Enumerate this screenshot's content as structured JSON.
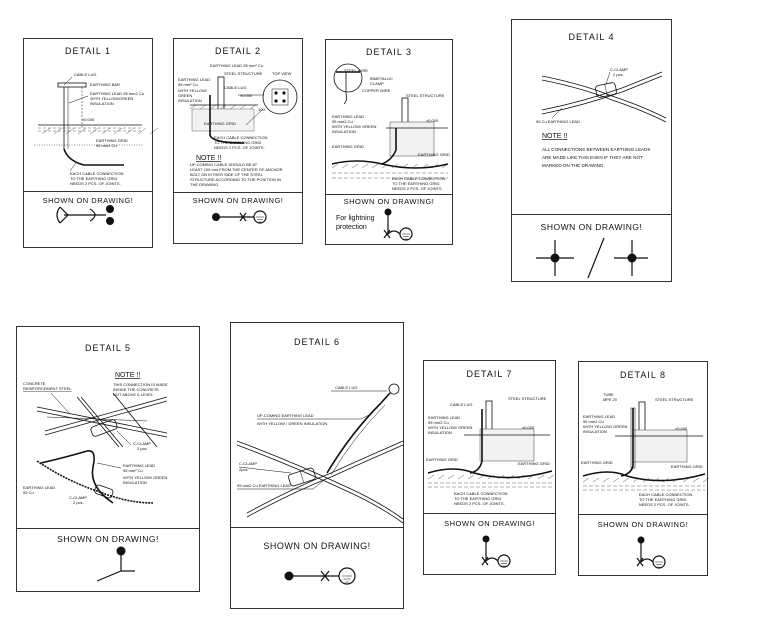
{
  "details": [
    {
      "title": "DETAIL  1",
      "shown": "SHOWN ON DRAWING!",
      "labels": {
        "cable_lug": "CABLE LUG",
        "earthing_bar": "EARTHING BAR",
        "lead1": "EARTHING LEAD 95 mm2 Cu",
        "lead2": "WITH YELLOW/GREEN",
        "lead3": "INSULATION",
        "level": "±0.000",
        "grid1": "EARTHING GRID",
        "grid2": "95 mm2 Cu",
        "conn1": "EACH CABLE CONNECTION",
        "conn2": "TO THE EARTHING GRID",
        "conn3": "NEEDS 2 PCS. OF JOINTS."
      }
    },
    {
      "title": "DETAIL  2",
      "shown": "SHOWN ON DRAWING!",
      "labels": {
        "top_lead": "EARTHING LEAD 95 mm² Cu",
        "steel": "STEEL STRUCTURE",
        "top_view": "TOP VIEW",
        "lead1": "EARTHING LEAD",
        "lead2": "95 mm² Cu",
        "lead3": "WITH YELLOW/",
        "lead4": "GREEN",
        "lead5": "INSULATION",
        "cable_lug": "CABLE LUG",
        "level": "±0.000",
        "dim": "100",
        "grid": "EARTHING GRID",
        "conn1": "EACH CABLE CONNECTION",
        "conn2": "TO THE EARTHING GRID",
        "conn3": "NEEDS 2 PCS. OF JOINTS.",
        "note": "NOTE !!",
        "n1": "UP COMING CABLE SHOULD BE AT",
        "n2": "LEAST 100 mm FROM THE CENTER OF ANCHOR",
        "n3": "BOLT ON EITHER SIDE OF THE STEEL",
        "n4": "STRUCTURE ACCORDING TO THE POSITION IN",
        "n5": "THE DRAWING"
      }
    },
    {
      "title": "DETAIL  3",
      "shown": "SHOWN ON DRAWING!",
      "labels": {
        "steel_wire": "STEEL WIRE",
        "bimetal1": "BIMETALLIC",
        "bimetal2": "CLAMP",
        "copper": "COPPER WIRE",
        "steel": "STEEL STRUCTURE",
        "lead1": "EARTHING LEAD",
        "lead2": "95 mm2 Cu",
        "lead3": "WITH YELLOW/ GREEN",
        "lead4": "INSULATION",
        "level": "±0.000",
        "grid_l": "EARTHING GRID",
        "grid_r": "EARTHING GRID",
        "conn1": "EACH CABLE CONNECTION",
        "conn2": "TO THE EARTHING GRID",
        "conn3": "NEEDS 2 PCS. OF JOINTS.",
        "lightning1": "For lightning",
        "lightning2": "protection"
      }
    },
    {
      "title": "DETAIL  4",
      "shown": "SHOWN ON DRAWING!",
      "labels": {
        "clamp1": "C-CLAMP",
        "clamp2": "2 pcs.",
        "lead": "95 Cu EARTHING LEAD",
        "note": "NOTE !!",
        "n1": "ALL CONNECTIONS BETWEEN EARTHING LEADS",
        "n2": "ARE MADE LIKE THIS EVEN IF THEY ARE NOT",
        "n3": "MARKED ON THE DRAWING."
      }
    },
    {
      "title": "DETAIL  5",
      "shown": "SHOWN ON DRAWING!",
      "labels": {
        "concrete1": "CONCRETE",
        "concrete2": "REINFORCEMENT STEEL",
        "note": "NOTE !!",
        "n1": "THIS CONNECTION IS MADE",
        "n2": "INSIDE THE CONCRETE",
        "n3": "NOT ABOVE 0-LEVEL",
        "cclamp1": "C-CLAMP",
        "cclamp1b": "2 pcs.",
        "lead1": "EARTHING LEAD",
        "lead2": "95 mm² Cu",
        "lead3": "WITH YELLOW/ GREEN",
        "lead4": "INSULATION",
        "left1": "EARTHING LEAD",
        "left2": "95 Cu",
        "cclamp2": "C-CLAMP",
        "cclamp2b": "2 pcs."
      }
    },
    {
      "title": "DETAIL  6",
      "shown": "SHOWN ON DRAWING!",
      "labels": {
        "cable_lug": "CABLE LUG",
        "up1": "UP-COMING EARTHING LEAD",
        "up2": "WITH YELLOW / GREEN INSULATION",
        "clamp1": "C-CLAMP",
        "clamp2": "2pcs.",
        "lead": "95 mm2 Cu EARTHING LEAD"
      }
    },
    {
      "title": "DETAIL  7",
      "shown": "SHOWN ON DRAWING!",
      "labels": {
        "steel": "STEEL STRUCTURE",
        "cable_lug": "CABLE LUG",
        "lead1": "EARTHING LEAD",
        "lead2": "95 mm2 Cu",
        "lead3": "WITH YELLOW/ GREEN",
        "lead4": "INSULATION",
        "level": "±0.000",
        "grid_l": "EARTHING GRID",
        "grid_r": "EARTHING GRID",
        "conn1": "EACH CABLE CONNECTION",
        "conn2": "TO THE EARTHING GRID",
        "conn3": "NEEDS 2 PCS. OF JOINTS."
      }
    },
    {
      "title": "DETAIL  8",
      "shown": "SHOWN ON DRAWING!",
      "labels": {
        "tube1": "TUBE",
        "tube2": "ØPE 20",
        "steel": "STEEL STRUCTURE",
        "lead1": "EARTHING LEAD",
        "lead2": "95 mm2 Cu",
        "lead3": "WITH YELLOW/ GREEN",
        "lead4": "INSULATION",
        "level": "±0.000",
        "grid_l": "EARTHING GRID",
        "grid_r": "EARTHING GRID",
        "conn1": "EACH CABLE CONNECTION",
        "conn2": "TO THE EARTHING GRID",
        "conn3": "NEEDS 2 PCS. OF JOINTS."
      }
    }
  ]
}
